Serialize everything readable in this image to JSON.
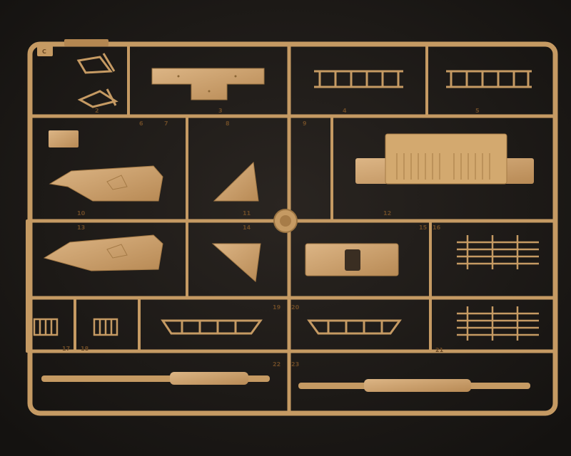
{
  "photo": {
    "subject": "",
    "colors": {
      "background": "#1c1917",
      "plastic": "#c59a63",
      "plastic_shadow": "#9b7442",
      "plastic_highlight": "#dcb585"
    },
    "sprue_letter": "C",
    "part_numbers": [
      "2",
      "3",
      "4",
      "5",
      "6",
      "7",
      "8",
      "9",
      "10",
      "11",
      "12",
      "13",
      "14",
      "15",
      "16",
      "17",
      "18",
      "19",
      "20",
      "21",
      "22",
      "23"
    ]
  }
}
